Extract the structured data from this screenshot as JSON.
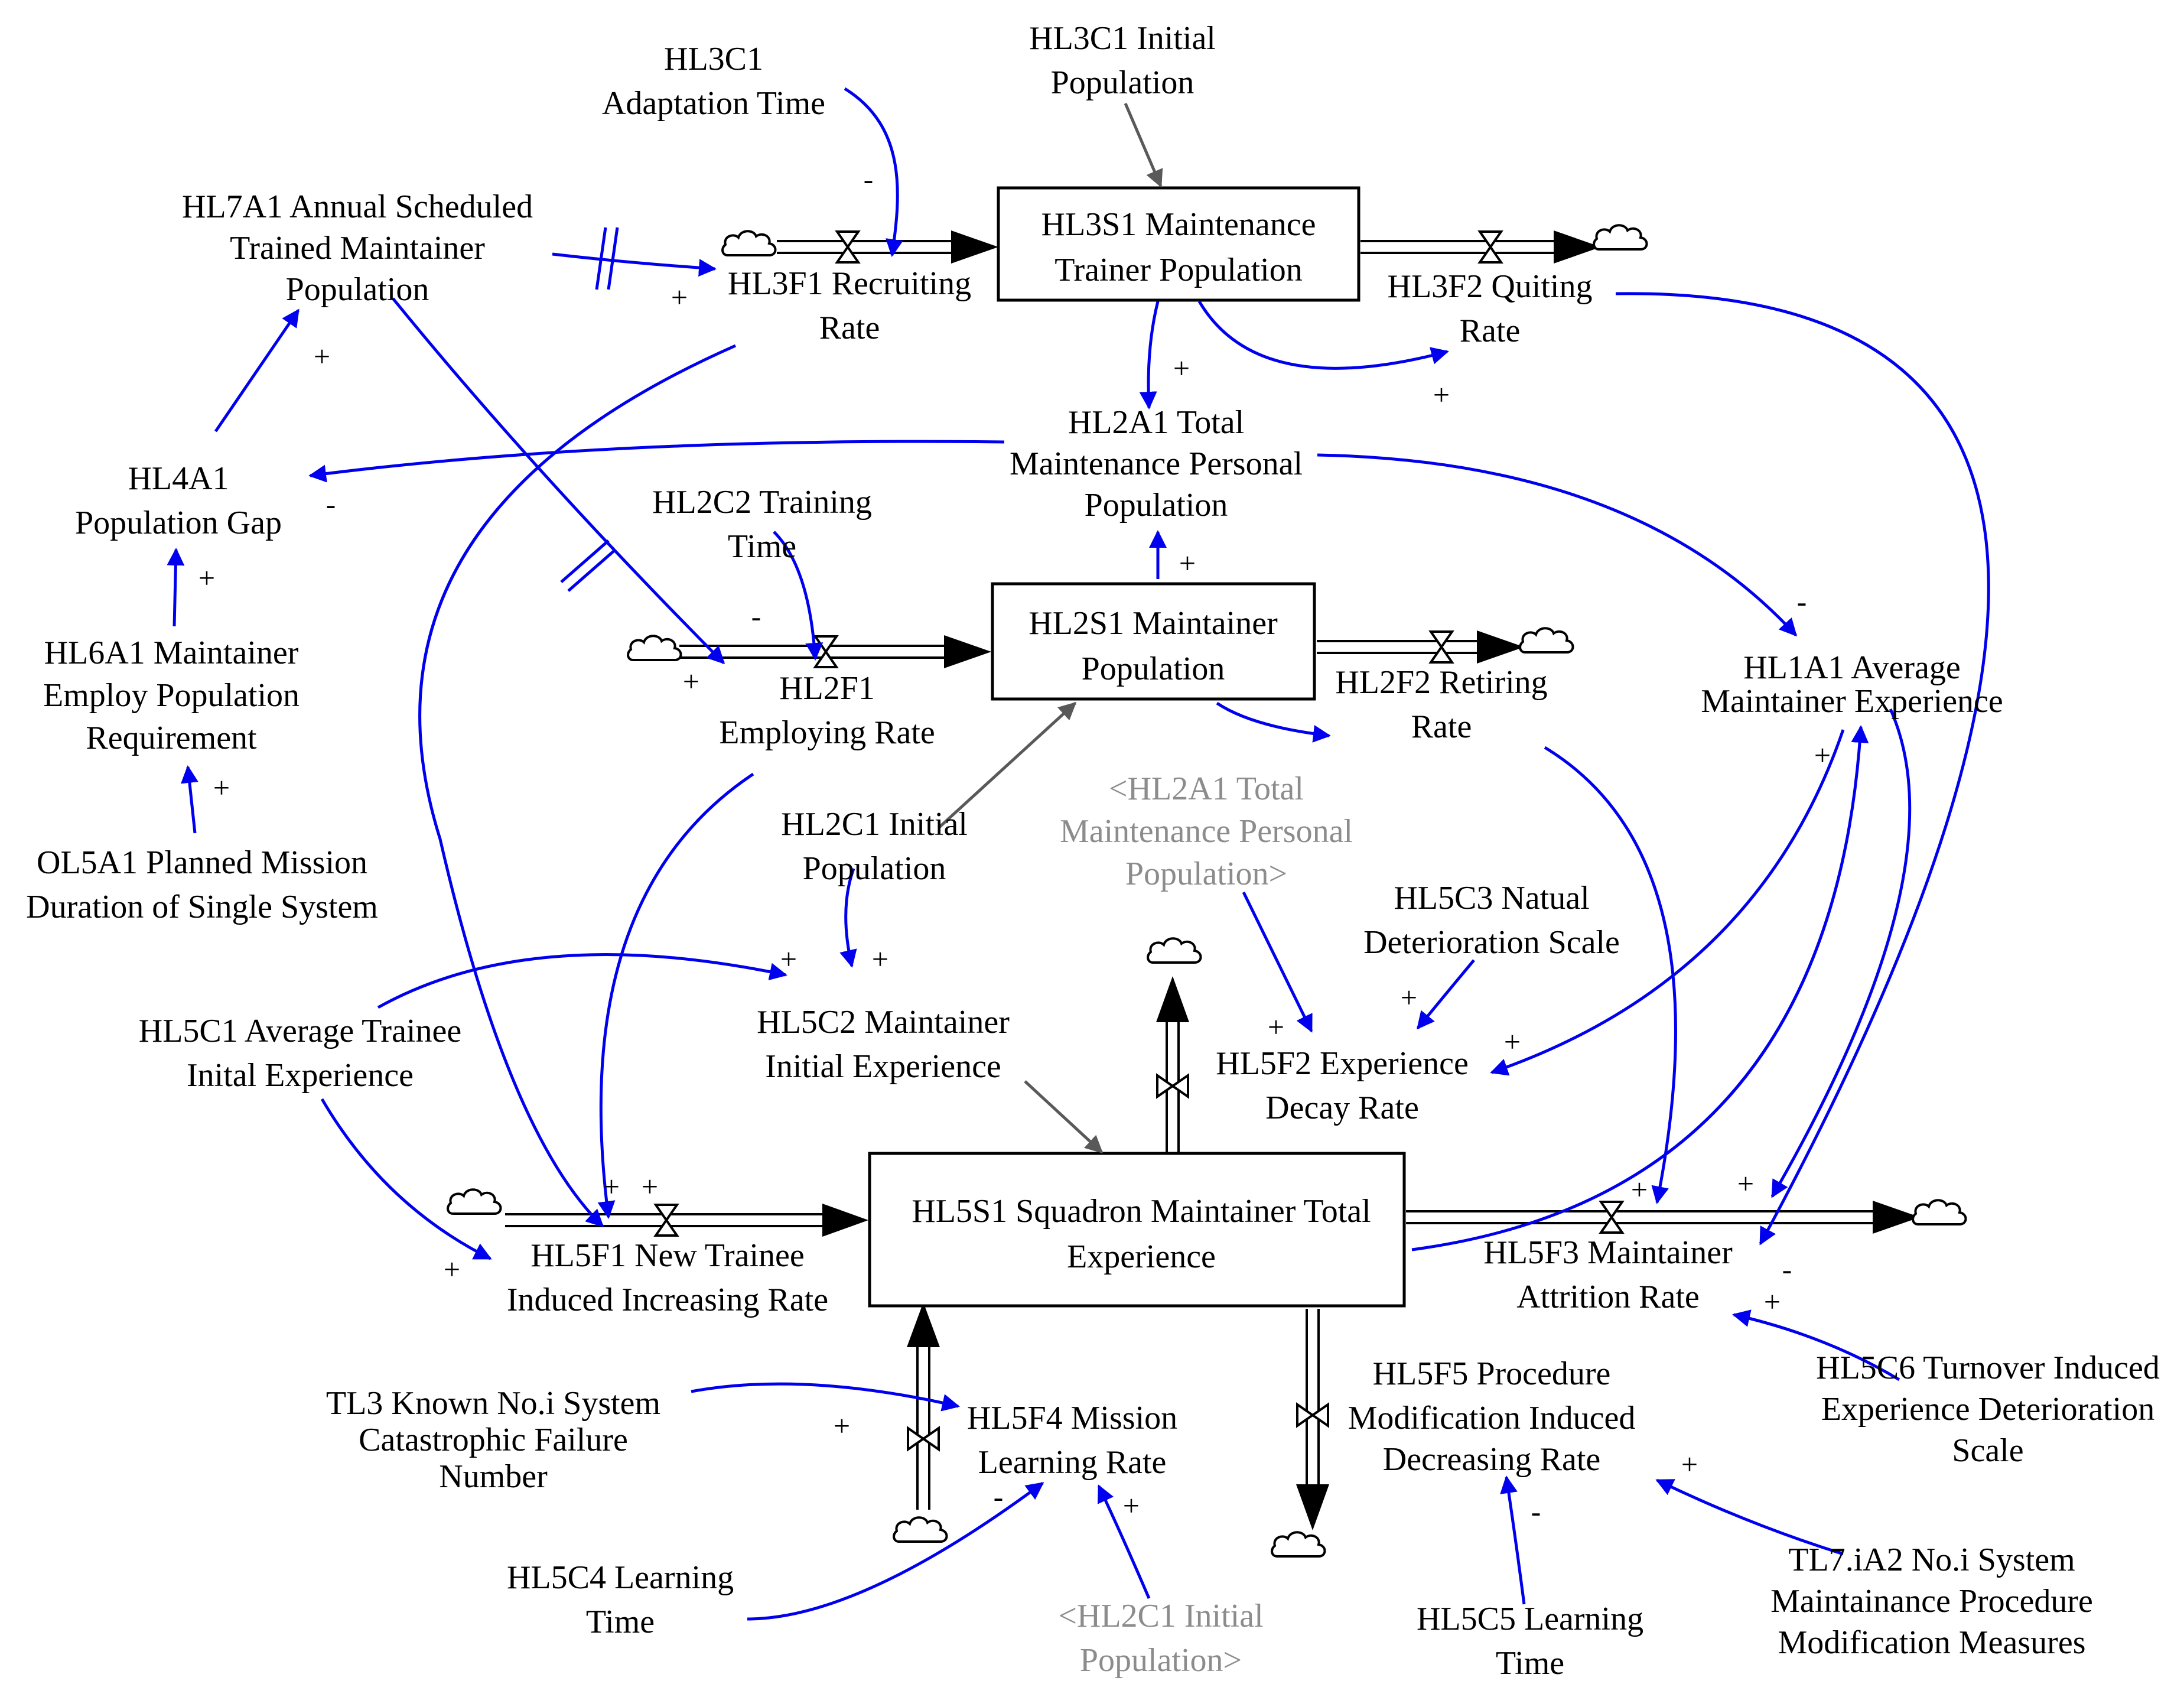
{
  "colors": {
    "link": "#0000ee",
    "info": "#595959",
    "flow": "#000000",
    "shadow_text": "#8c8c8c"
  },
  "stocks": [
    {
      "id": "HL3S1",
      "lines": [
        "HL3S1 Maintenance",
        "Trainer Population"
      ]
    },
    {
      "id": "HL2S1",
      "lines": [
        "HL2S1 Maintainer",
        "Population"
      ]
    },
    {
      "id": "HL5S1",
      "lines": [
        "HL5S1 Squadron Maintainer Total",
        "Experience"
      ]
    }
  ],
  "flows": [
    {
      "id": "HL3F1",
      "lines": [
        "HL3F1 Recruiting",
        "Rate"
      ]
    },
    {
      "id": "HL3F2",
      "lines": [
        "HL3F2 Quiting",
        "Rate"
      ]
    },
    {
      "id": "HL2F1",
      "lines": [
        "HL2F1",
        "Employing Rate"
      ]
    },
    {
      "id": "HL2F2",
      "lines": [
        "HL2F2 Retiring",
        "Rate"
      ]
    },
    {
      "id": "HL5F1",
      "lines": [
        "HL5F1 New Trainee",
        "Induced Increasing Rate"
      ]
    },
    {
      "id": "HL5F2",
      "lines": [
        "HL5F2 Experience",
        "Decay Rate"
      ]
    },
    {
      "id": "HL5F3",
      "lines": [
        "HL5F3 Maintainer",
        "Attrition Rate"
      ]
    },
    {
      "id": "HL5F4",
      "lines": [
        "HL5F4 Mission",
        "Learning Rate"
      ]
    },
    {
      "id": "HL5F5",
      "lines": [
        "HL5F5 Procedure",
        "Modification Induced",
        "Decreasing Rate"
      ]
    }
  ],
  "variables": [
    {
      "id": "HL3C1a",
      "lines": [
        "HL3C1",
        "Adaptation Time"
      ]
    },
    {
      "id": "HL3C1b",
      "lines": [
        "HL3C1 Initial",
        "Population"
      ]
    },
    {
      "id": "HL7A1",
      "lines": [
        "HL7A1 Annual Scheduled",
        "Trained Maintainer",
        "Population"
      ]
    },
    {
      "id": "HL2A1",
      "lines": [
        "HL2A1 Total",
        "Maintenance Personal",
        "Population"
      ]
    },
    {
      "id": "HL4A1",
      "lines": [
        "HL4A1",
        "Population Gap"
      ]
    },
    {
      "id": "HL2C2",
      "lines": [
        "HL2C2 Training",
        "Time"
      ]
    },
    {
      "id": "HL6A1",
      "lines": [
        "HL6A1 Maintainer",
        "Employ Population",
        "Requirement"
      ]
    },
    {
      "id": "HL1A1",
      "lines": [
        "HL1A1 Average",
        "Maintainer Experience"
      ]
    },
    {
      "id": "HL2C1",
      "lines": [
        "HL2C1 Initial",
        "Population"
      ]
    },
    {
      "id": "HL2A1shadow",
      "lines": [
        "<HL2A1 Total",
        "Maintenance Personal",
        "Population>"
      ],
      "shadow": true
    },
    {
      "id": "OL5A1",
      "lines": [
        "OL5A1 Planned Mission",
        "Duration of Single System"
      ]
    },
    {
      "id": "HL5C3",
      "lines": [
        "HL5C3 Natual",
        "Deterioration Scale"
      ]
    },
    {
      "id": "HL5C1",
      "lines": [
        "HL5C1 Average Trainee",
        "Inital Experience"
      ]
    },
    {
      "id": "HL5C2",
      "lines": [
        "HL5C2 Maintainer",
        "Initial Experience"
      ]
    },
    {
      "id": "TL3",
      "lines": [
        "TL3 Known No.i System",
        "Catastrophic Failure",
        "Number"
      ]
    },
    {
      "id": "HL5C4",
      "lines": [
        "HL5C4 Learning",
        "Time"
      ]
    },
    {
      "id": "HL2C1shadow",
      "lines": [
        "<HL2C1 Initial",
        "Population>"
      ],
      "shadow": true
    },
    {
      "id": "HL5C5",
      "lines": [
        "HL5C5 Learning",
        "Time"
      ]
    },
    {
      "id": "HL5C6",
      "lines": [
        "HL5C6 Turnover Induced",
        "Experience Deterioration",
        "Scale"
      ]
    },
    {
      "id": "TL7",
      "lines": [
        "TL7.iA2 No.i System",
        "Maintainance Procedure",
        "Modification Measures"
      ]
    }
  ],
  "links": [
    {
      "from": "HL3C1 Adaptation Time",
      "to": "HL3F1 Recruiting Rate",
      "polarity": "-"
    },
    {
      "from": "HL3C1 Initial Population",
      "to": "HL3S1 Maintenance Trainer Population",
      "polarity": ""
    },
    {
      "from": "HL7A1 Annual Scheduled Trained Maintainer Population",
      "to": "HL3F1 Recruiting Rate",
      "polarity": "+"
    },
    {
      "from": "HL3S1 Maintenance Trainer Population",
      "to": "HL2A1 Total Maintenance Personal Population",
      "polarity": "+"
    },
    {
      "from": "HL3S1 Maintenance Trainer Population",
      "to": "HL3F2 Quiting Rate",
      "polarity": "+"
    },
    {
      "from": "HL7A1 Annual Scheduled Trained Maintainer Population",
      "to": "HL2F1 Employing Rate",
      "polarity": ""
    },
    {
      "from": "HL4A1 Population Gap",
      "to": "HL7A1 Annual Scheduled Trained Maintainer Population",
      "polarity": "+"
    },
    {
      "from": "HL2A1 Total Maintenance Personal Population",
      "to": "HL4A1 Population Gap",
      "polarity": "-"
    },
    {
      "from": "HL2A1 Total Maintenance Personal Population",
      "to": "HL1A1 Average Maintainer Experience",
      "polarity": "-"
    },
    {
      "from": "HL6A1 Maintainer Employ Population Requirement",
      "to": "HL4A1 Population Gap",
      "polarity": "+"
    },
    {
      "from": "OL5A1 Planned Mission Duration of Single System",
      "to": "HL6A1 Maintainer Employ Population Requirement",
      "polarity": "+"
    },
    {
      "from": "HL2C2 Training Time",
      "to": "HL2F1 Employing Rate",
      "polarity": "-"
    },
    {
      "from": "HL2S1 Maintainer Population",
      "to": "HL2A1 Total Maintenance Personal Population",
      "polarity": "+"
    },
    {
      "from": "HL2S1 Maintainer Population",
      "to": "HL2F2 Retiring Rate",
      "polarity": ""
    },
    {
      "from": "HL2C1 Initial Population",
      "to": "HL2S1 Maintainer Population",
      "polarity": ""
    },
    {
      "from": "HL2C1 Initial Population",
      "to": "HL5C2 Maintainer Initial Experience",
      "polarity": "+"
    },
    {
      "from": "HL5C1 Average Trainee Inital Experience",
      "to": "HL5C2 Maintainer Initial Experience",
      "polarity": "+"
    },
    {
      "from": "HL5C1 Average Trainee Inital Experience",
      "to": "HL5F1 New Trainee Induced Increasing Rate",
      "polarity": "+"
    },
    {
      "from": "HL5C2 Maintainer Initial Experience",
      "to": "HL5S1 Squadron Maintainer Total Experience",
      "polarity": ""
    },
    {
      "from": "HL3F1 Recruiting Rate",
      "to": "HL5F1 New Trainee Induced Increasing Rate",
      "polarity": "+"
    },
    {
      "from": "HL2F1 Employing Rate",
      "to": "HL5F1 New Trainee Induced Increasing Rate",
      "polarity": "+"
    },
    {
      "from": "HL2A1 Total Maintenance Personal Population",
      "to": "HL5F2 Experience Decay Rate",
      "polarity": "+"
    },
    {
      "from": "HL5C3 Natual Deterioration Scale",
      "to": "HL5F2 Experience Decay Rate",
      "polarity": "+"
    },
    {
      "from": "HL1A1 Average Maintainer Experience",
      "to": "HL5F2 Experience Decay Rate",
      "polarity": "+"
    },
    {
      "from": "HL1A1 Average Maintainer Experience",
      "to": "HL5F3 Maintainer Attrition Rate",
      "polarity": "+"
    },
    {
      "from": "HL5S1 Squadron Maintainer Total Experience",
      "to": "HL1A1 Average Maintainer Experience",
      "polarity": "+"
    },
    {
      "from": "HL2F2 Retiring Rate",
      "to": "HL5F3 Maintainer Attrition Rate",
      "polarity": "+"
    },
    {
      "from": "HL3F2 Quiting Rate",
      "to": "HL5F3 Maintainer Attrition Rate",
      "polarity": "-"
    },
    {
      "from": "HL5C6 Turnover Induced Experience Deterioration Scale",
      "to": "HL5F3 Maintainer Attrition Rate",
      "polarity": "+"
    },
    {
      "from": "TL3 Known No.i System Catastrophic Failure Number",
      "to": "HL5F4 Mission Learning Rate",
      "polarity": "+"
    },
    {
      "from": "HL5C4 Learning Time",
      "to": "HL5F4 Mission Learning Rate",
      "polarity": "-"
    },
    {
      "from": "HL2C1 Initial Population",
      "to": "HL5F4 Mission Learning Rate",
      "polarity": "+"
    },
    {
      "from": "HL5C5 Learning Time",
      "to": "HL5F5 Procedure Modification Induced Decreasing Rate",
      "polarity": "-"
    },
    {
      "from": "TL7.iA2 No.i System Maintainance Procedure Modification Measures",
      "to": "HL5F5 Procedure Modification Induced Decreasing Rate",
      "polarity": "+"
    }
  ]
}
